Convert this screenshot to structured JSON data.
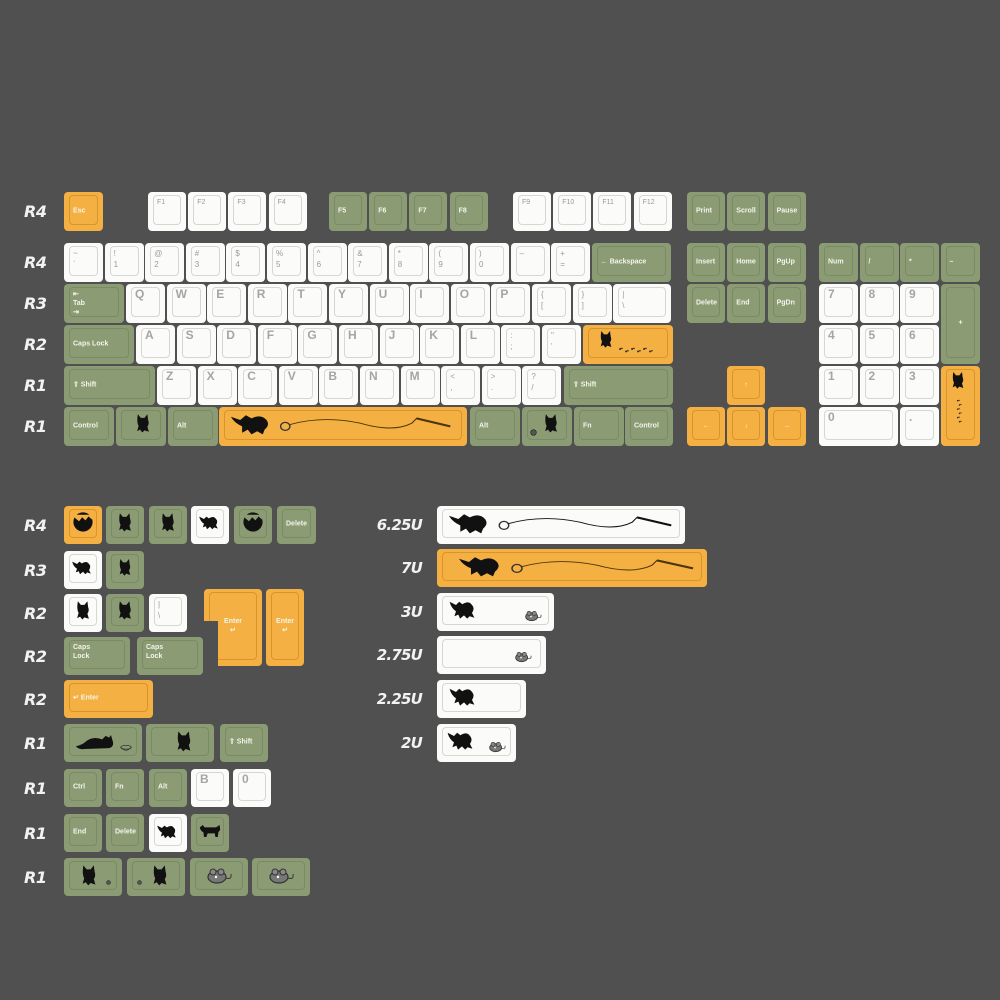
{
  "colors": {
    "background": "#505050",
    "white_key": "#fbfbf9",
    "green_key": "#8b9c74",
    "orange_key": "#f4b042",
    "label_text": "#f2f2f2"
  },
  "main_keyboard": {
    "row_labels": [
      "R4",
      "R4",
      "R3",
      "R2",
      "R1",
      "R1"
    ],
    "function_row": {
      "esc": "Esc",
      "f_group_1": [
        "F1",
        "F2",
        "F3",
        "F4"
      ],
      "f_group_2": [
        "F5",
        "F6",
        "F7",
        "F8"
      ],
      "f_group_3": [
        "F9",
        "F10",
        "F11",
        "F12"
      ],
      "system": [
        "Print",
        "Scroll",
        "Pause"
      ]
    },
    "number_row": {
      "keys": [
        "~\n`",
        "!\n1",
        "@\n2",
        "#\n3",
        "$\n4",
        "%\n5",
        "^\n6",
        "&\n7",
        "*\n8",
        "(\n9",
        ")\n0",
        "–\n",
        "+\n="
      ],
      "backspace": "← Backspace",
      "nav": [
        "Insert",
        "Home",
        "PgUp"
      ],
      "numpad": [
        "Num",
        "/",
        "*",
        "–"
      ]
    },
    "qwerty_row": {
      "tab": "⇤\nTab\n⇥",
      "keys": [
        "Q",
        "W",
        "E",
        "R",
        "T",
        "Y",
        "U",
        "I",
        "O",
        "P",
        "{\n[",
        "}\n]",
        "|\n\\"
      ],
      "nav": [
        "Delete",
        "End",
        "PgDn"
      ],
      "numpad": [
        "7",
        "8",
        "9"
      ],
      "numpad_plus": "+"
    },
    "home_row": {
      "caps": "Caps Lock",
      "keys": [
        "A",
        "S",
        "D",
        "F",
        "G",
        "H",
        "J",
        "K",
        "L",
        ":\n;",
        "\"\n'"
      ],
      "enter_art": "cat-with-pawprints",
      "numpad": [
        "4",
        "5",
        "6"
      ]
    },
    "shift_row": {
      "lshift": "⇧ Shift",
      "keys": [
        "Z",
        "X",
        "C",
        "V",
        "B",
        "N",
        "M",
        "<\n,",
        ">\n.",
        "?\n/"
      ],
      "rshift": "⇧ Shift",
      "up": "↑",
      "numpad": [
        "1",
        "2",
        "3"
      ],
      "numpad_enter_art": "cat-with-pawprints-vertical"
    },
    "bottom_row": {
      "lctrl": "Control",
      "win_art": "cat-sitting",
      "lalt": "Alt",
      "space_art": "cat-chasing-fishing-toy",
      "ralt": "Alt",
      "rwin_art": "cat-with-yarn-ball",
      "fn": "Fn",
      "rctrl": "Control",
      "arrows": [
        "←",
        "↓",
        "→"
      ],
      "numpad": [
        "0",
        "."
      ]
    }
  },
  "extras": {
    "row_labels": [
      "R4",
      "R3",
      "R2",
      "R2",
      "R2",
      "R1",
      "R1",
      "R1",
      "R1"
    ],
    "r4_keys": [
      "cat-in-circle-orange",
      "cat-jumping",
      "cat-face",
      "cat-pouncing-white",
      "cat-in-circle-green",
      "Delete"
    ],
    "r3_keys": [
      "cat-leaping-white",
      "cat-sitting-green"
    ],
    "r2_keys": [
      "cat-jumping-white",
      "cat-face-green",
      "|\n\\"
    ],
    "iso_enter": "Enter\n↵",
    "tall_enter": "Enter\n↵",
    "caps_keys": [
      "Caps\nLock",
      "Caps\nLock"
    ],
    "enter_wide": "↵ Enter",
    "r1_shift_row": [
      "cat-lying-with-bowl",
      "cat-reaching",
      "⇧ Shift"
    ],
    "r1_mod_row": [
      "Ctrl",
      "Fn",
      "Alt",
      "B",
      "0"
    ],
    "r1_misc_row": [
      "End",
      "Delete",
      "cat-with-mouse-white",
      "cat-walking"
    ],
    "r1_art_row": [
      "cat-with-ball-left",
      "cat-with-ball-right",
      "mouse-toy",
      "mouse-toy"
    ]
  },
  "spacebars": {
    "labels": [
      "6.25U",
      "7U",
      "3U",
      "2.75U",
      "2.25U",
      "2U"
    ],
    "items": [
      {
        "size": "6.25U",
        "color": "white",
        "art": "cat-chasing-fishing-toy"
      },
      {
        "size": "7U",
        "color": "orange",
        "art": "cat-chasing-fishing-toy"
      },
      {
        "size": "3U",
        "color": "white",
        "art": "cat-and-mouse"
      },
      {
        "size": "2.75U",
        "color": "white",
        "art": "mouse"
      },
      {
        "size": "2.25U",
        "color": "white",
        "art": "cat"
      },
      {
        "size": "2U",
        "color": "white",
        "art": "cat-and-mouse"
      }
    ]
  }
}
